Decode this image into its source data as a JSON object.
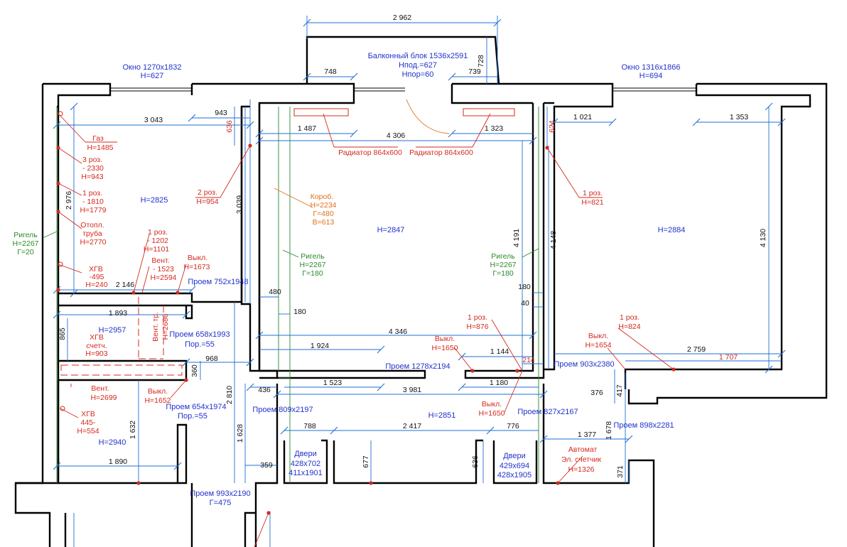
{
  "dimensions": {
    "d2962": "2 962",
    "d748": "748",
    "d739": "739",
    "d728": "728",
    "d3043": "3 043",
    "d943": "943",
    "d636": "636",
    "d1487": "1 487",
    "d4306": "4 306",
    "d1323": "1 323",
    "d624": "624",
    "d1021": "1 021",
    "d1353": "1 353",
    "d2976": "2 976",
    "d3039": "3 039",
    "d4191": "4 191",
    "d4148": "4 148",
    "d4130": "4 130",
    "d2146": "2 146",
    "d480": "480",
    "d180a": "180",
    "d180b": "180",
    "d40": "40",
    "d1893": "1 893",
    "d865": "865",
    "d4346": "4 346",
    "d1924": "1 924",
    "d1144": "1 144",
    "d214": "214",
    "d2759": "2 759",
    "d1707": "1 707",
    "d968": "968",
    "d360": "360",
    "d436": "436",
    "d1523": "1 523",
    "d3981": "3 981",
    "d1180": "1 180",
    "d376": "376",
    "d417": "417",
    "d2810": "2 810",
    "d1628": "1 628",
    "d1632": "1 632",
    "d788": "788",
    "d2417": "2 417",
    "d776": "776",
    "d1377": "1 377",
    "d1678": "1 678",
    "d677": "677",
    "d636b": "636",
    "d359": "359",
    "d1890": "1 890",
    "d371": "371"
  },
  "blue_labels": {
    "window_left": "Окно 1270x1832",
    "window_left_h": "H=627",
    "balcony": "Балконный блок 1536x2591",
    "balcony_hpod": "Hпод.=627",
    "balcony_hpor": "Hпор=60",
    "window_right": "Окно 1316x1866",
    "window_right_h": "H=694",
    "h2825": "H=2825",
    "h2847": "H=2847",
    "h2884": "H=2884",
    "h2957": "H=2957",
    "h2940": "H=2940",
    "h2851": "H=2851",
    "opening_752": "Проем 752x1948",
    "opening_658": "Проем 658x1993",
    "opening_658_por": "Пор.=55",
    "opening_1278": "Проем 1278x2194",
    "opening_903": "Проем 903x2380",
    "opening_654": "Проем 654x1974",
    "opening_654_por": "Пор.=55",
    "opening_809": "Проем 809x2197",
    "opening_827": "Проем 827x2167",
    "opening_898": "Проем 898x2281",
    "opening_993": "Проем 993x2190",
    "opening_993_g": "Г=475",
    "door_left": "Двери",
    "door_left_1": "428x702",
    "door_left_2": "411x1901",
    "door_right": "Двери",
    "door_right_1": "429x694",
    "door_right_2": "428x1905"
  },
  "red_labels": {
    "gas": "Газ",
    "gas_h": "H=1485",
    "three_roz": "3 роз.",
    "three_roz_1": "- 2330",
    "three_roz_2": "H=943",
    "one_roz_a": "1 роз.",
    "one_roz_a_1": "- 1810",
    "one_roz_a_2": "H=1779",
    "otopl": "Отопл.",
    "otopl_1": "труба",
    "otopl_2": "H=2770",
    "hvs_a": "ХГВ",
    "hvs_a_1": "-495",
    "hvs_a_2": "H=240",
    "two_roz": "2 роз.",
    "two_roz_h": "H=954",
    "one_roz_b": "1 роз.",
    "one_roz_b_1": "- 1202",
    "one_roz_b_2": "H=1101",
    "vent_a": "Вент.",
    "vent_a_1": "- 1523",
    "vent_a_2": "H=2594",
    "vykl_a": "Выкл.",
    "vykl_a_h": "H=1673",
    "radiator_a": "Радиатор 864x600",
    "radiator_b": "Радиатор 864x600",
    "one_roz_c": "1 роз.",
    "one_roz_c_h": "H=821",
    "hvs_b": "ХГВ",
    "hvs_b_1": "счетч.",
    "hvs_b_2": "H=903",
    "vent_tr": "Вент. тр.",
    "vent_tr_h": "H=2686",
    "one_roz_d": "1 роз.",
    "one_roz_d_h": "H=876",
    "vykl_b": "Выкл.",
    "vykl_b_h": "H=1650",
    "one_roz_e": "1 роз.",
    "one_roz_e_h": "H=824",
    "vykl_c": "Выкл.",
    "vykl_c_h": "H=1654",
    "vent_b": "Вент.",
    "vent_b_h": "H=2699",
    "vykl_d": "Выкл.",
    "vykl_d_h": "H=1652",
    "vykl_e": "Выкл.",
    "vykl_e_h": "H=1650",
    "hvs_c": "ХГВ",
    "hvs_c_1": "445-",
    "hvs_c_2": "H=554",
    "avtomat": "Автомат",
    "avtomat_1": "Эл. счетчик",
    "avtomat_2": "H=1326"
  },
  "green_labels": {
    "rigel_a": "Ригель",
    "rigel_a_1": "H=2267",
    "rigel_a_2": "Г=20",
    "rigel_b": "Ригель",
    "rigel_b_1": "H=2267",
    "rigel_b_2": "Г=180",
    "rigel_c": "Ригель",
    "rigel_c_1": "H=2267",
    "rigel_c_2": "Г=180"
  },
  "orange_labels": {
    "korob": "Короб.",
    "korob_1": "H=2234",
    "korob_2": "Г=480",
    "korob_3": "В=613"
  },
  "colors": {
    "walls": "#000000",
    "dimension": "#1f6fd6",
    "label_blue": "#2233cc",
    "label_red": "#d42a1e",
    "label_green": "#2a8a2a",
    "label_orange": "#e0701a"
  }
}
